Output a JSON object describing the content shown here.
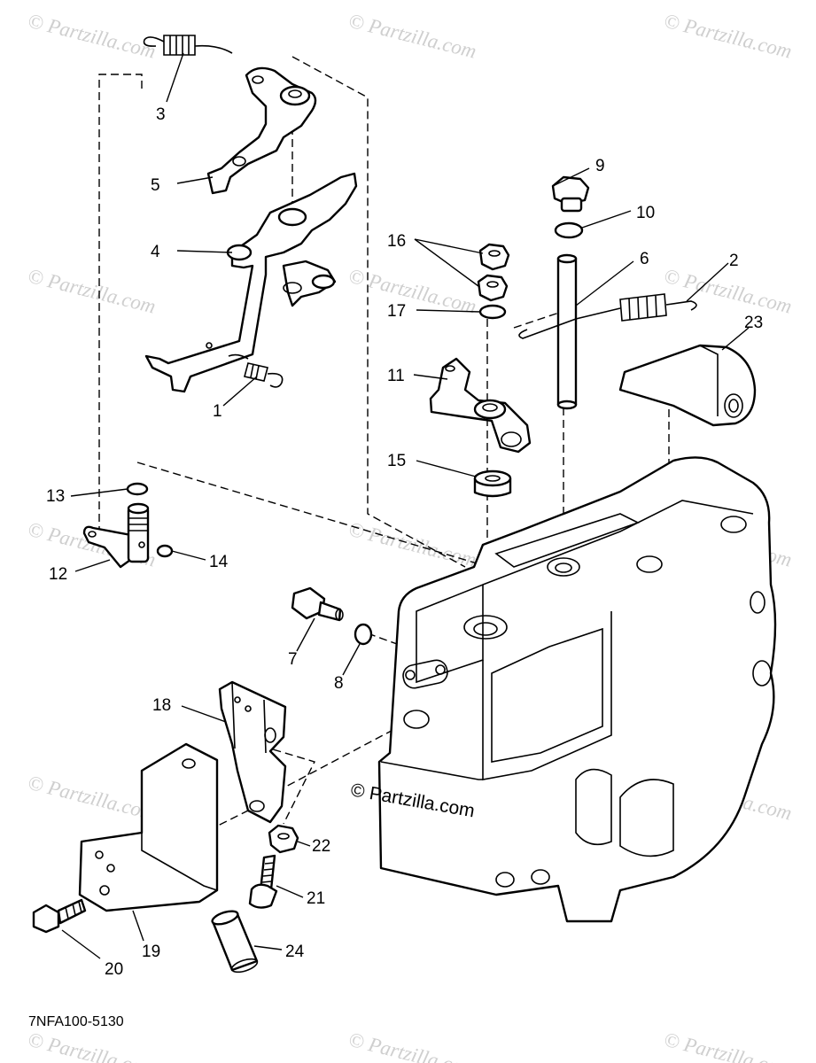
{
  "watermark": "© Partzilla.com",
  "center_watermark": "© Partzilla.com",
  "diagram_code": "7NFA100-5130",
  "callouts": [
    "1",
    "2",
    "3",
    "4",
    "5",
    "6",
    "7",
    "8",
    "9",
    "10",
    "11",
    "12",
    "13",
    "14",
    "15",
    "16",
    "17",
    "18",
    "19",
    "20",
    "21",
    "22",
    "23",
    "24"
  ]
}
